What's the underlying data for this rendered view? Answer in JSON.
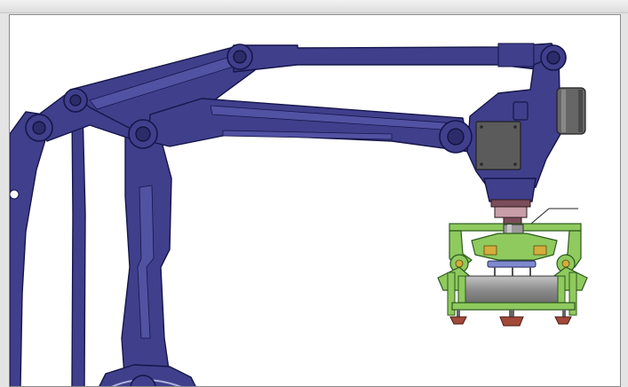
{
  "window": {
    "title": ""
  },
  "colors": {
    "arm_fill": "#3f3f8c",
    "arm_stroke": "#16164a",
    "arm_highlight": "#5252a3",
    "plate_fill": "#5b5b5b",
    "motor_fill": "#666666",
    "wrist_fill": "#7c4d5a",
    "gripper_fill": "#8fca5e",
    "gripper_stroke": "#2e5a1e",
    "gripper_accent": "#d4ad3c",
    "cylinder_fill": "#9a9a9a",
    "rod_fill": "#7f8ad0",
    "cup_fill": "#a24a3a",
    "leader_line": "#222222",
    "frame_border": "#8a8a8a",
    "background": "#ffffff"
  },
  "diagram": {
    "subject": "robot-palletizer-arm-with-gripper",
    "components": [
      "base-column",
      "lower-link",
      "upper-link",
      "parallel-link",
      "wrist-housing",
      "drive-motor",
      "flange",
      "gripper-frame",
      "vacuum-cylinder",
      "suction-cups"
    ]
  }
}
